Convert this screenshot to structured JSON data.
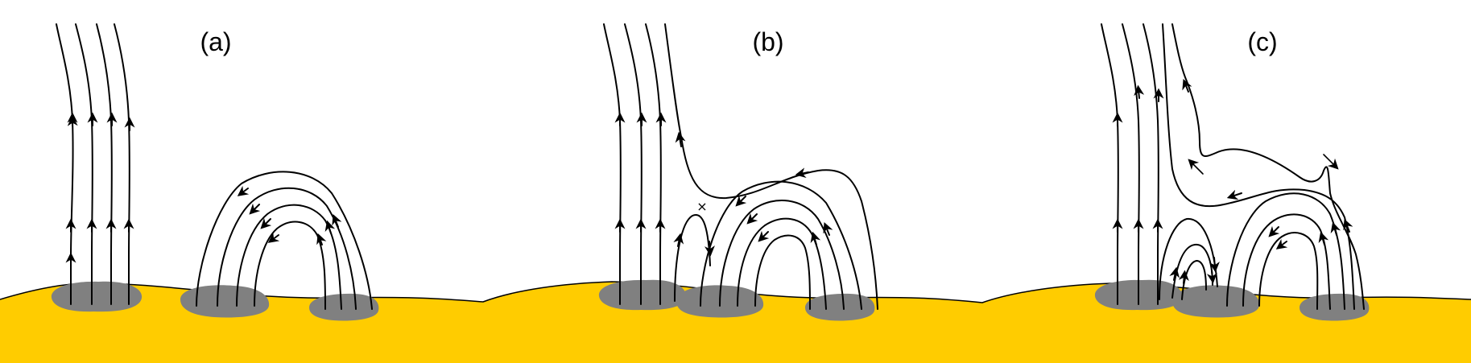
{
  "panels": [
    {
      "label": "(a)"
    },
    {
      "label": "(b)"
    },
    {
      "label": "(c)"
    }
  ],
  "colors": {
    "photosphere": "#FFCC00",
    "sunspot": "#808080",
    "field_line": "#000000",
    "background": "#FFFFFF"
  },
  "annotations": {
    "null_point_marker": "×"
  }
}
